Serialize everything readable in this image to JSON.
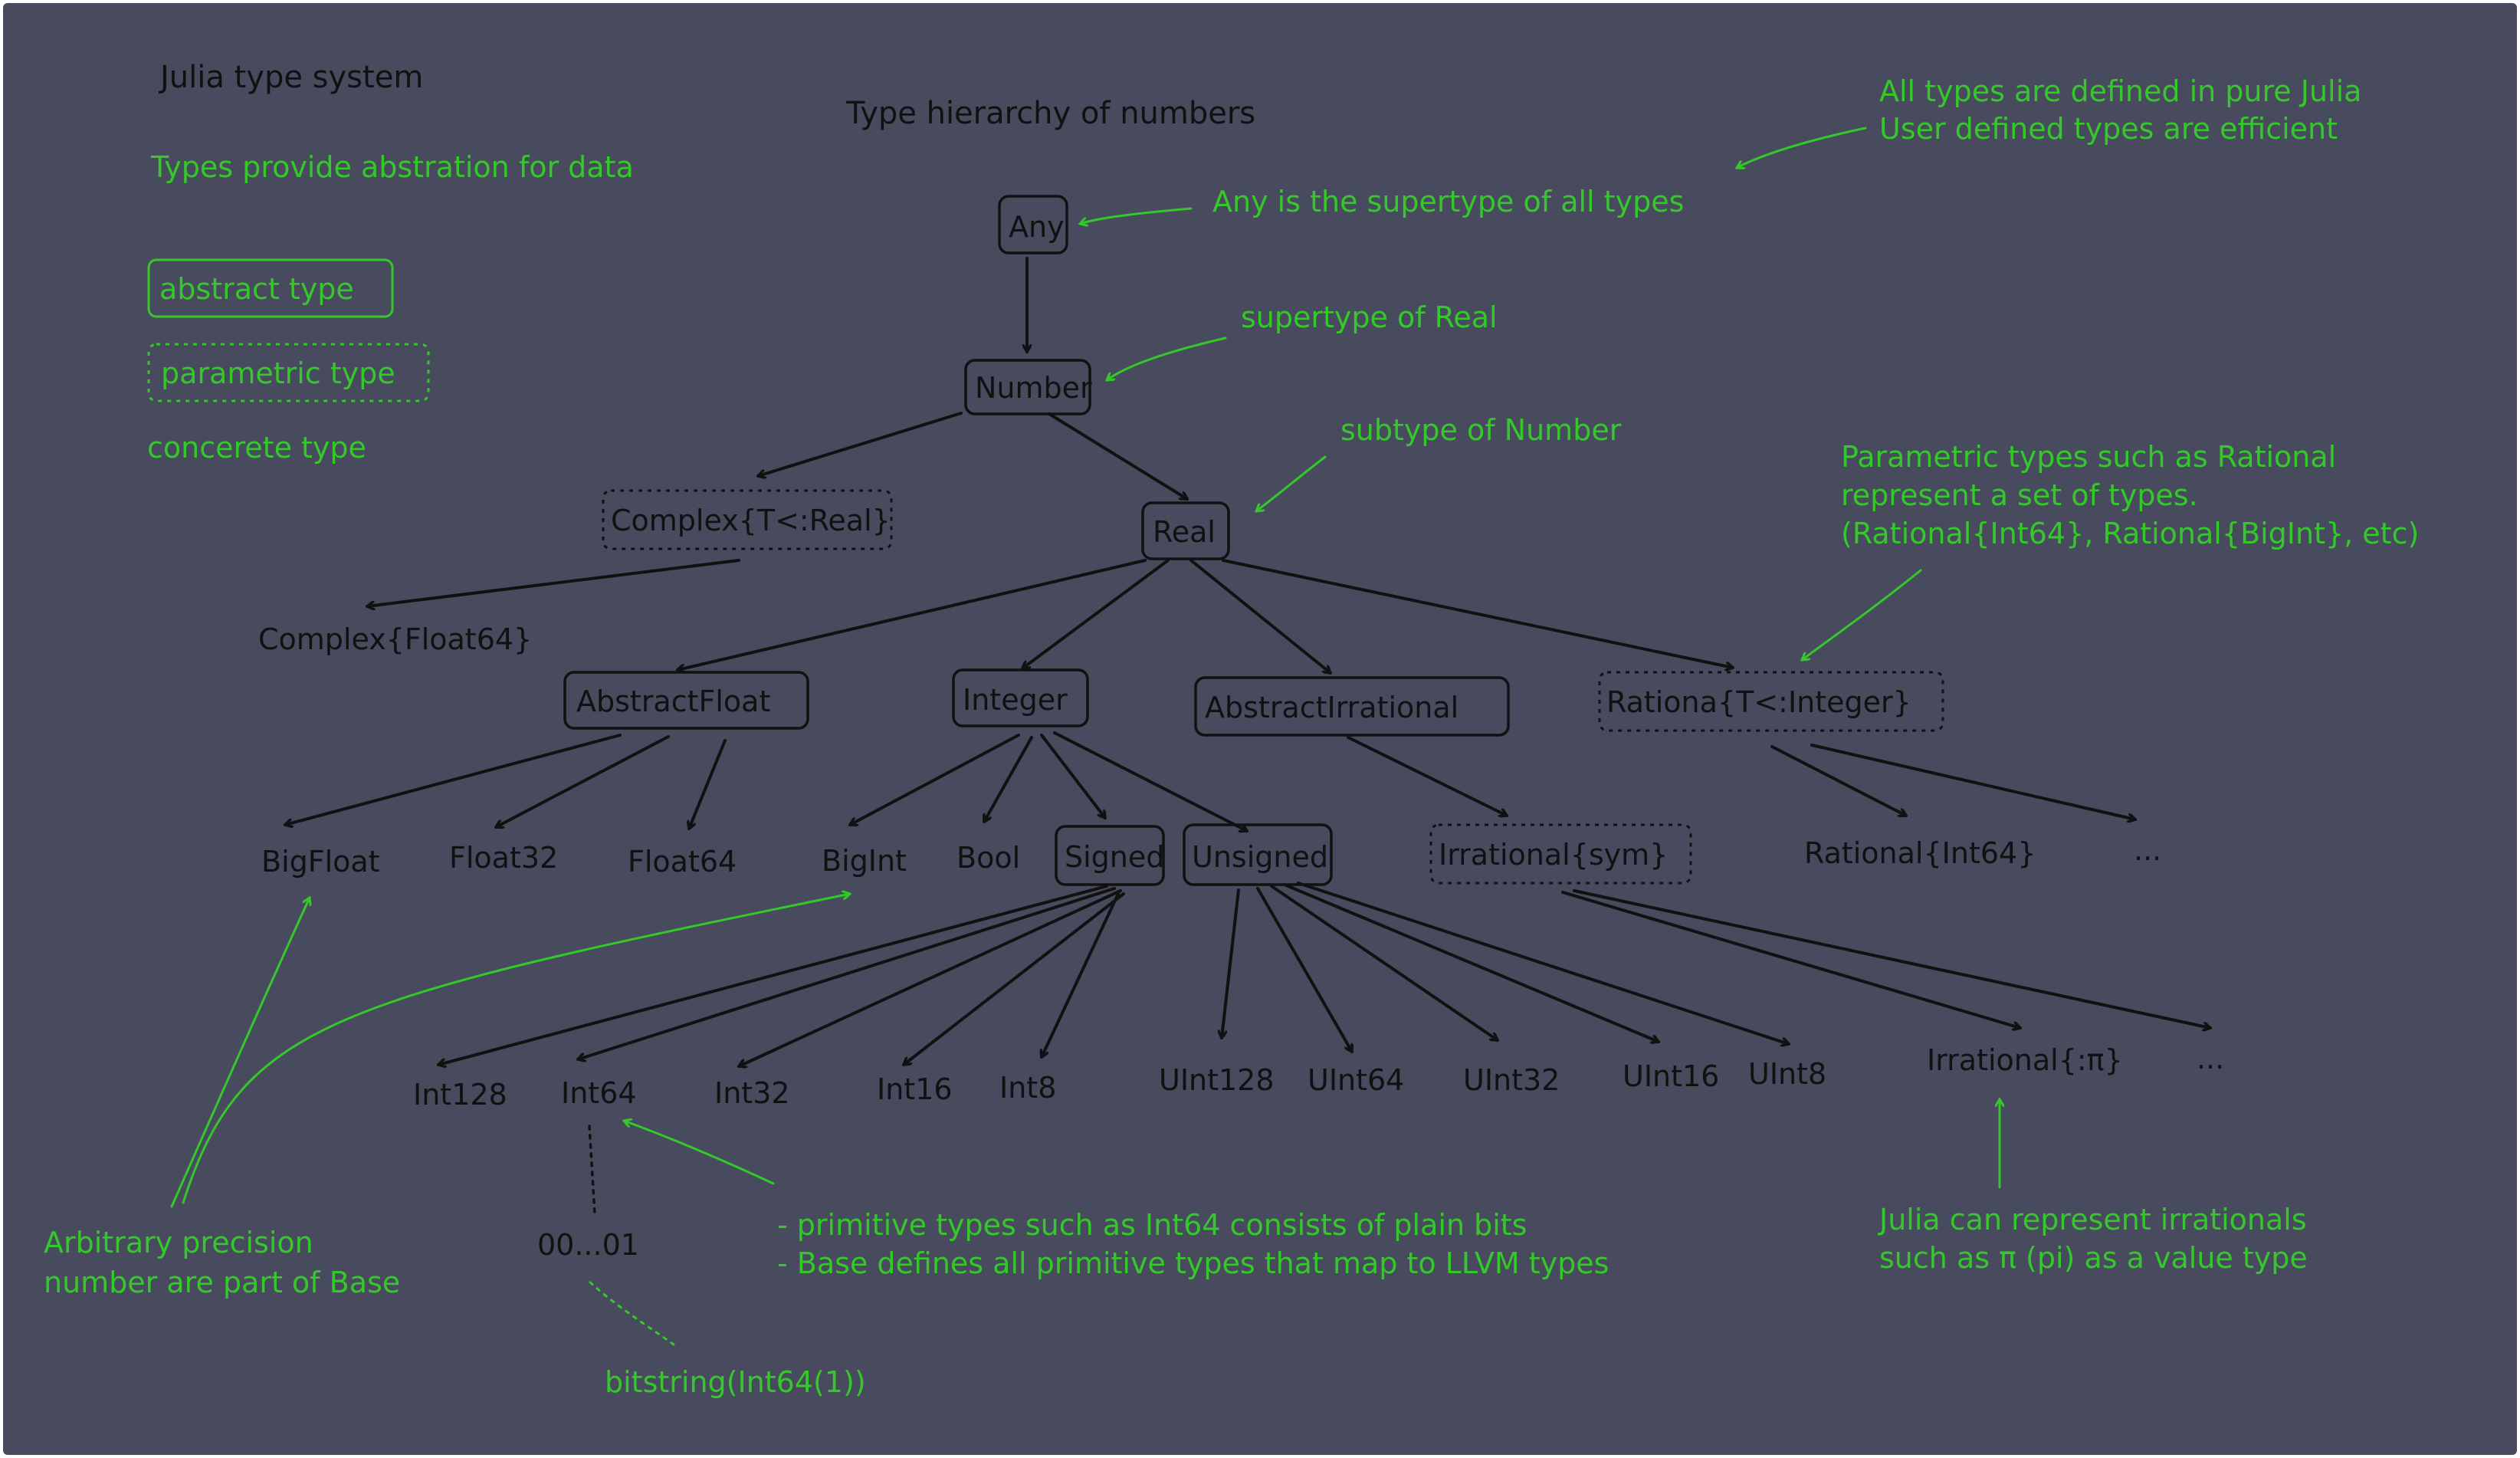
{
  "title": "Julia type system",
  "subtitle": "Type hierarchy of numbers",
  "colors": {
    "background": "#484a5e",
    "node": "#111111",
    "annotation": "#34c82a"
  },
  "legend": {
    "intro": "Types provide abstration for data",
    "abstract": "abstract type",
    "parametric": "parametric type",
    "concrete": "concerete type"
  },
  "nodes": {
    "any": "Any",
    "number": "Number",
    "complex_param": "Complex{T<:Real}",
    "real": "Real",
    "complex_float64": "Complex{Float64}",
    "abstract_float": "AbstractFloat",
    "integer": "Integer",
    "abstract_irrational": "AbstractIrrational",
    "rational_param": "Rationa{T<:Integer}",
    "bigfloat": "BigFloat",
    "float32": "Float32",
    "float64": "Float64",
    "bigint": "BigInt",
    "bool": "Bool",
    "signed": "Signed",
    "unsigned": "Unsigned",
    "irrational_param": "Irrational{sym}",
    "rational_int64": "Rational{Int64}",
    "rational_more": "...",
    "int128": "Int128",
    "int64": "Int64",
    "int32": "Int32",
    "int16": "Int16",
    "int8": "Int8",
    "uint128": "UInt128",
    "uint64": "UInt64",
    "uint32": "UInt32",
    "uint16": "UInt16",
    "uint8": "UInt8",
    "irrational_pi": "Irrational{:π}",
    "irrational_more": "...",
    "bits": "00...01"
  },
  "notes": {
    "pure_julia": [
      "All types are defined in pure Julia",
      "User defined types are efficient"
    ],
    "any_super": "Any is the supertype of all types",
    "super_real": "supertype of Real",
    "sub_number": "subtype of Number",
    "parametric": [
      "Parametric types such as Rational",
      "represent a set of types.",
      "(Rational{Int64}, Rational{BigInt}, etc)"
    ],
    "arbitrary": [
      "Arbitrary precision",
      "number are part of Base"
    ],
    "primitive": [
      "- primitive types such as Int64 consists of plain bits",
      "- Base defines all primitive types that map to LLVM types"
    ],
    "irrationals": [
      "Julia can represent irrationals",
      "such as π (pi) as a value type"
    ],
    "bitstring": "bitstring(Int64(1))"
  }
}
